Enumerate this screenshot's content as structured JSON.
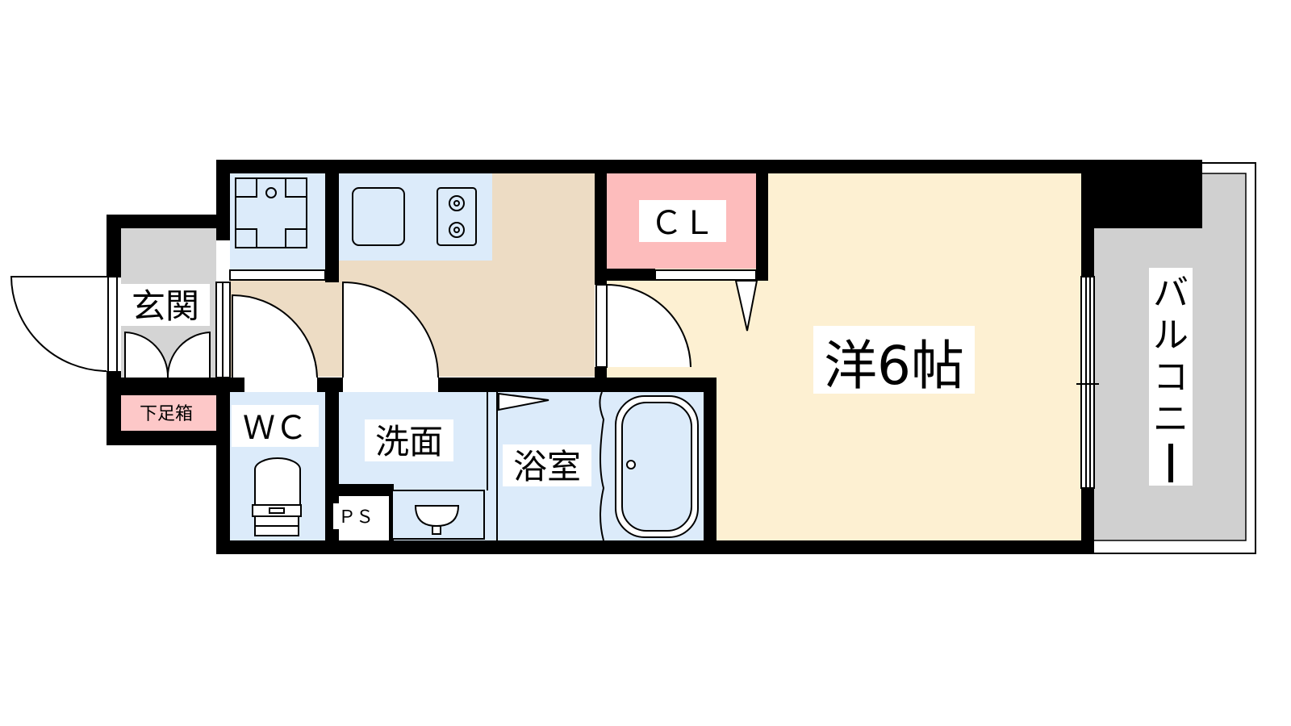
{
  "floorplan": {
    "rooms": {
      "genkan": "玄関",
      "shoe_box": "下足箱",
      "wc": "ＷＣ",
      "washroom": "洗面",
      "ps": "ＰＳ",
      "bath": "浴室",
      "closet": "ＣＬ",
      "western_room": "洋6帖",
      "balcony": [
        "バ",
        "ル",
        "コ",
        "ニ",
        "ー"
      ]
    },
    "colors": {
      "wall": "#000000",
      "wet_area": "#dcebfa",
      "kitchen_floor": "#eddcc4",
      "western_room": "#fdf0d2",
      "closet": "#fdbcbc",
      "shoe_box": "#fdc8c8",
      "entrance": "#d4d4d4",
      "balcony": "#d0d0d0"
    }
  }
}
